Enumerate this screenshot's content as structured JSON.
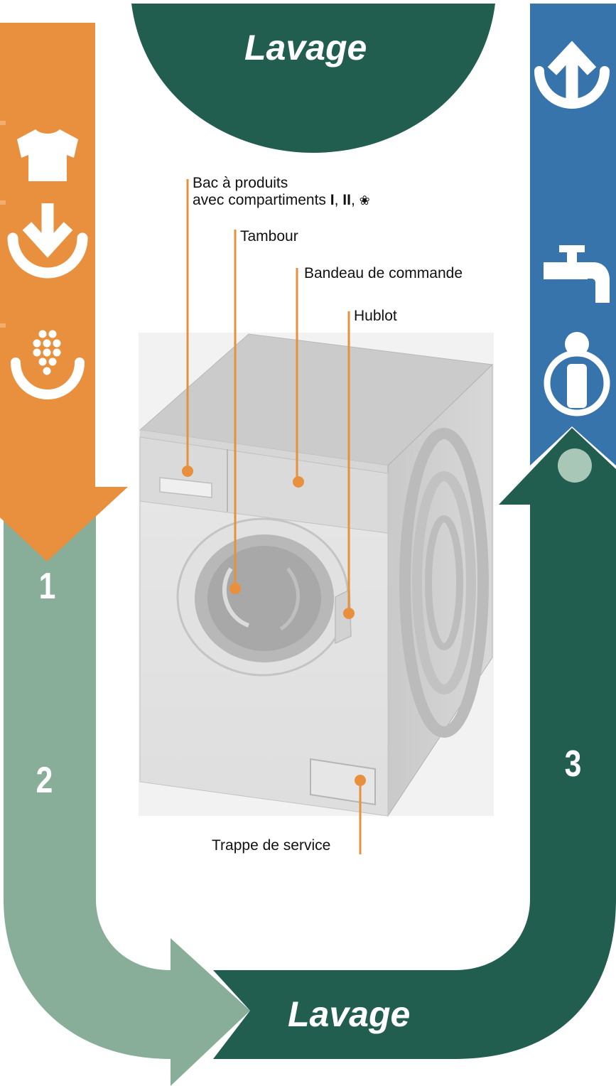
{
  "header": {
    "title": "Lavage"
  },
  "footer": {
    "title": "Lavage"
  },
  "steps": {
    "one": "1",
    "two": "2",
    "three": "3"
  },
  "labels": {
    "drawer_line1": "Bac à produits",
    "drawer_line2_prefix": "avec compartiments ",
    "drawer_comp_1": "I",
    "drawer_sep": ", ",
    "drawer_comp_2": "II",
    "drawer_sep2": ", ",
    "drawer_comp_3": "❀",
    "drum": "Tambour",
    "control_panel": "Bandeau de commande",
    "door": "Hublot",
    "service_flap": "Trappe de service"
  },
  "icons": {
    "left": [
      "tshirt-icon",
      "load-arrow-down-icon",
      "detergent-icon"
    ],
    "right": [
      "unload-arrow-up-icon",
      "water-tap-icon",
      "info-icon"
    ]
  },
  "colors": {
    "orange": "#E8903E",
    "light_green": "#88AE9A",
    "dark_green": "#225E50",
    "blue": "#3874AC",
    "leader": "#E8903E"
  }
}
